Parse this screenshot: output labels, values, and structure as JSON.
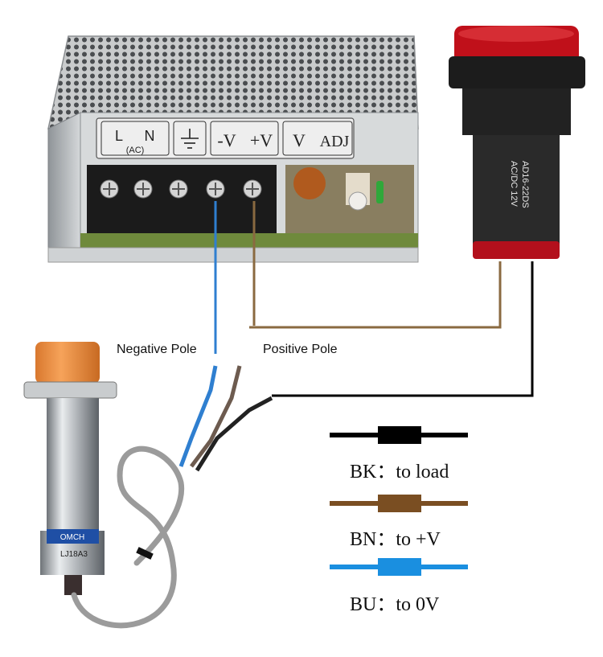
{
  "psu": {
    "terminal_labels": {
      "l": "L",
      "n": "N",
      "ac": "(AC)",
      "neg_v": "-V",
      "pos_v": "+V",
      "v": "V",
      "adj": "ADJ"
    }
  },
  "indicator": {
    "marking_lines": [
      "AD16-22DS",
      "AC/DC 12V"
    ],
    "lens_color": "#c0101a"
  },
  "sensor": {
    "brand": "OMCH",
    "model": "LJ18A3"
  },
  "annotations": {
    "negative_pole": "Negative Pole",
    "positive_pole": "Positive Pole"
  },
  "legend": [
    {
      "code": "BK",
      "sep": "：",
      "meaning": "to load",
      "color": "#000000"
    },
    {
      "code": "BN",
      "sep": "：",
      "meaning": "to +V",
      "color": "#7a4e22"
    },
    {
      "code": "BU",
      "sep": "：",
      "meaning": "to 0V",
      "color": "#1a8fe0"
    }
  ],
  "wire_colors": {
    "black": "#000000",
    "brown": "#8a6a40",
    "blue": "#2f7fd0",
    "grey_cable": "#9b9b9b"
  }
}
